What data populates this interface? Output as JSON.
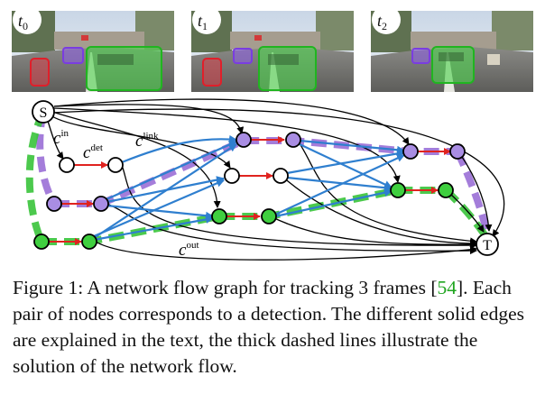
{
  "frames": [
    {
      "label": "t",
      "subscript": "0"
    },
    {
      "label": "t",
      "subscript": "1"
    },
    {
      "label": "t",
      "subscript": "2"
    }
  ],
  "graph": {
    "source_label": "S",
    "sink_label": "T",
    "edge_labels": {
      "c_in": {
        "base": "c",
        "sup": "in"
      },
      "c_det": {
        "base": "c",
        "sup": "det"
      },
      "c_link": {
        "base": "c",
        "sup": "link"
      },
      "c_out": {
        "base": "c",
        "sup": "out"
      }
    },
    "colors": {
      "purple_track": "#9b6fd6",
      "green_track": "#39c43a",
      "link_edge": "#2f7fcf",
      "det_edge": "#e0231f",
      "node_purple": "#a98de3",
      "node_green": "#3fcf3f"
    }
  },
  "caption": {
    "prefix": "Figure 1: A network flow graph for tracking 3 frames [",
    "ref": "54",
    "suffix": "]. Each pair of nodes corresponds to a detection. The different solid edges are explained in the text, the thick dashed lines illustrate the solution of the network flow."
  }
}
